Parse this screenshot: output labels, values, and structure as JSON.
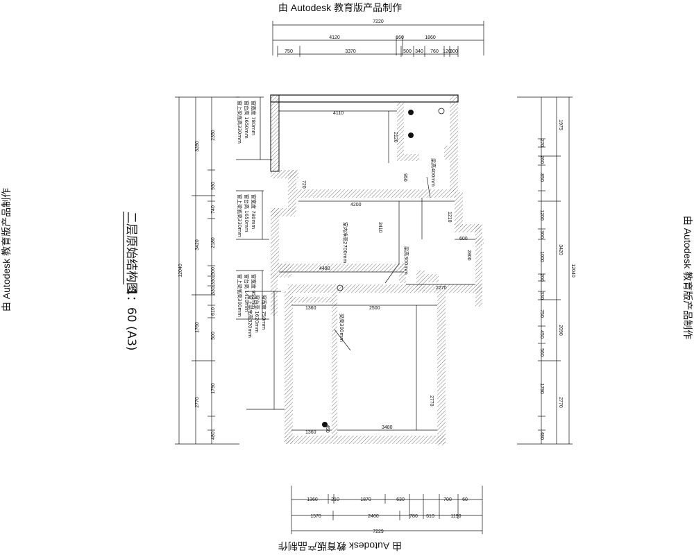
{
  "watermark": "由 Autodesk 教育版产品制作",
  "title": "二层原始结构图",
  "scale": "1：60 (A3)",
  "top_dims": {
    "overall": "7220",
    "row1": [
      "4120",
      "160",
      "1860"
    ],
    "row2": [
      "750",
      "3370",
      "500",
      "340",
      "760",
      "120",
      "300"
    ]
  },
  "bottom_dims": {
    "overall": "7229",
    "row1": [
      "1360",
      "210",
      "1870",
      "630",
      "700",
      "60"
    ],
    "row2": [
      "1570",
      "2400",
      "780",
      "610",
      "1190"
    ]
  },
  "left_dims": {
    "overall": "12040",
    "row1": [
      "3280",
      "3420",
      "1760",
      "2770"
    ],
    "row2": [
      "2350",
      "930",
      "740",
      "2180",
      "500",
      "330",
      "330",
      "610",
      "500",
      "1790",
      "480"
    ]
  },
  "right_dims": {
    "overall": "12040",
    "row1": [
      "1975",
      "3420",
      "2090",
      "2770"
    ],
    "row2": [
      "270",
      "260",
      "850",
      "1200",
      "300",
      "1000",
      "200",
      "330",
      "750",
      "450",
      "560",
      "1790",
      "480"
    ]
  },
  "room_dims": [
    "4110",
    "2120",
    "720",
    "950",
    "4200",
    "1210",
    "600",
    "3410",
    "4490",
    "2270",
    "2800",
    "1360",
    "2500",
    "2770",
    "1360",
    "3480",
    "450"
  ],
  "room_notes": {
    "ceiling": "室内净高2700mm",
    "beam1": "梁高400mm",
    "beam2": "梁高300mm",
    "beam3": "梁高300mm"
  },
  "window_notes": [
    [
      "窗上梁底高330mm",
      "窗台高 1650mm",
      "窗宽度 780mm"
    ],
    [
      "窗上梁底高330mm",
      "窗台高 1650mm",
      "窗宽度 780mm"
    ],
    [
      "窗上梁底高300mm",
      "窗台高 1410mm",
      "窗宽度 950mm"
    ],
    [
      "窗上梁底高320mm",
      "窗台高 1620mm",
      "窗宽度 750mm"
    ]
  ]
}
